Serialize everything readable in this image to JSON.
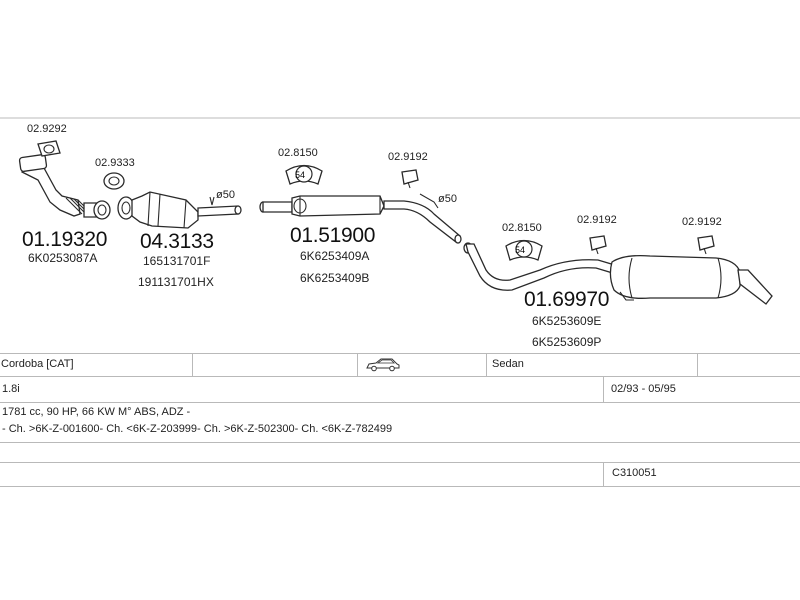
{
  "parts": [
    {
      "number": "01.19320",
      "oem": [
        "6K0253087A"
      ]
    },
    {
      "number": "04.3133",
      "oem": [
        "165131701F",
        "191131701HX"
      ]
    },
    {
      "number": "01.51900",
      "oem": [
        "6K6253409A",
        "6K6253409B"
      ]
    },
    {
      "number": "01.69970",
      "oem": [
        "6K5253609E",
        "6K5253609P"
      ]
    }
  ],
  "accessories": [
    "02.9292",
    "02.9333",
    "02.8150",
    "02.9192",
    "02.8150",
    "02.9192",
    "02.9192"
  ],
  "clamp_badges": [
    "54",
    "54"
  ],
  "diameters": [
    "ø50",
    "ø50"
  ],
  "info": {
    "model": "Cordoba  [CAT]",
    "body": "Sedan",
    "engine": "1.8i",
    "period": "02/93 - 05/95",
    "spec": "1781 cc, 90 HP, 66 KW M° ABS, ADZ -",
    "chassis": "- Ch. >6K-Z-001600- Ch. <6K-Z-203999- Ch. >6K-Z-502300- Ch. <6K-Z-782499",
    "code": "C310051"
  },
  "icons": {
    "car": "car-icon"
  }
}
